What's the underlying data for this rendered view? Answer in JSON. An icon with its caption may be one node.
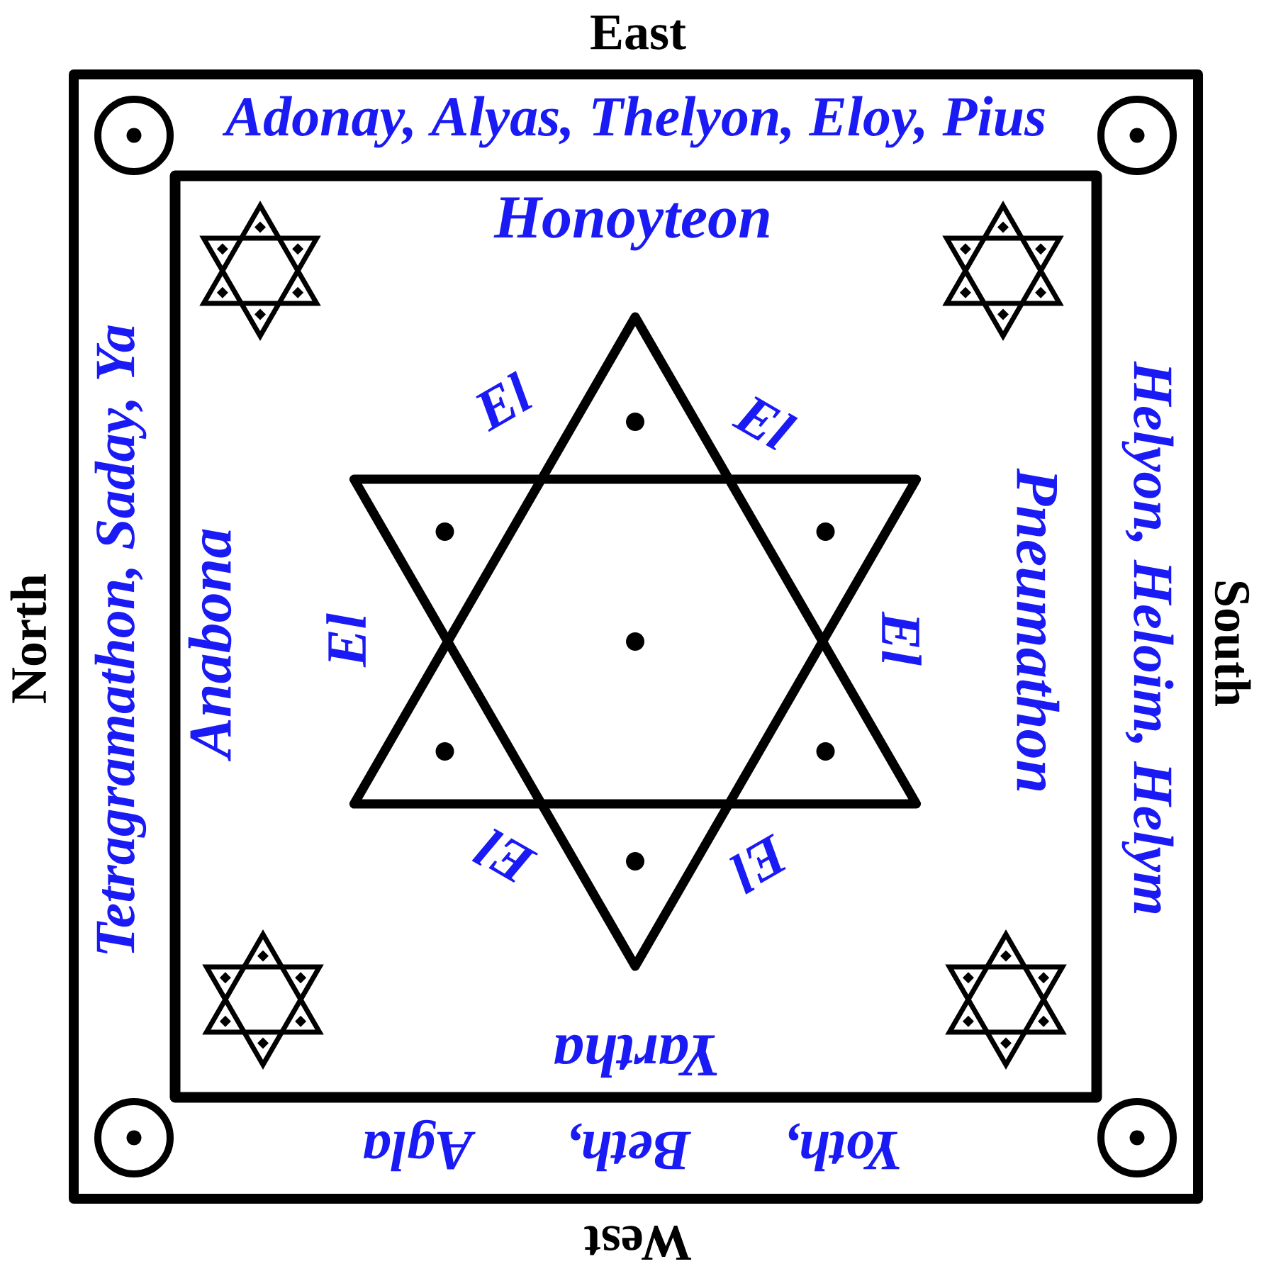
{
  "diagram": {
    "nodes": [
      {
        "text": [
          "Adonay, Alyas, Thelyon, Eloy, Pius",
          "Tetragramathon, Saday, Ya",
          "Helyon, Heloim, Helym",
          "Yoth, Beth, Agla"
        ]
      },
      {
        "text": [
          "Honoyteon",
          "Anabona",
          "Pneumathon",
          "Yartha"
        ],
        "in": 0
      }
    ],
    "labels": [
      "East",
      "El",
      "El",
      "North",
      "El",
      "El",
      "South",
      "El",
      "El",
      "West"
    ]
  }
}
